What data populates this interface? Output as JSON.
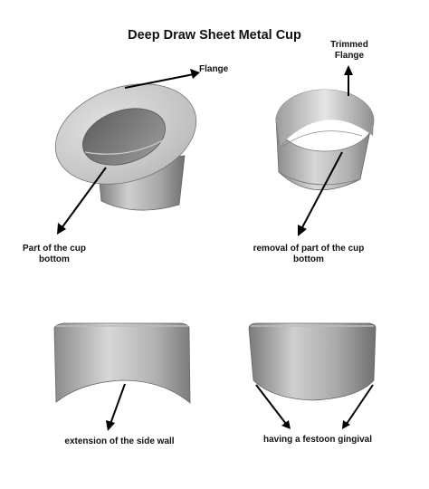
{
  "title": "Deep Draw Sheet Metal Cup",
  "labels": {
    "flange": "Flange",
    "trimmed_line1": "Trimmed",
    "trimmed_line2": "Flange",
    "cup_bottom_line1": "Part of the cup",
    "cup_bottom_line2": "bottom",
    "removal_line1": "removal of part of the cup",
    "removal_line2": "bottom",
    "extension": "extension of the side wall",
    "festoon": "having a festoon gingival"
  },
  "colors": {
    "metal_light": "#d4d4d4",
    "metal_mid": "#a9a9a9",
    "metal_dark": "#6f6f6f",
    "outline": "#555555",
    "arrow": "#000000"
  }
}
